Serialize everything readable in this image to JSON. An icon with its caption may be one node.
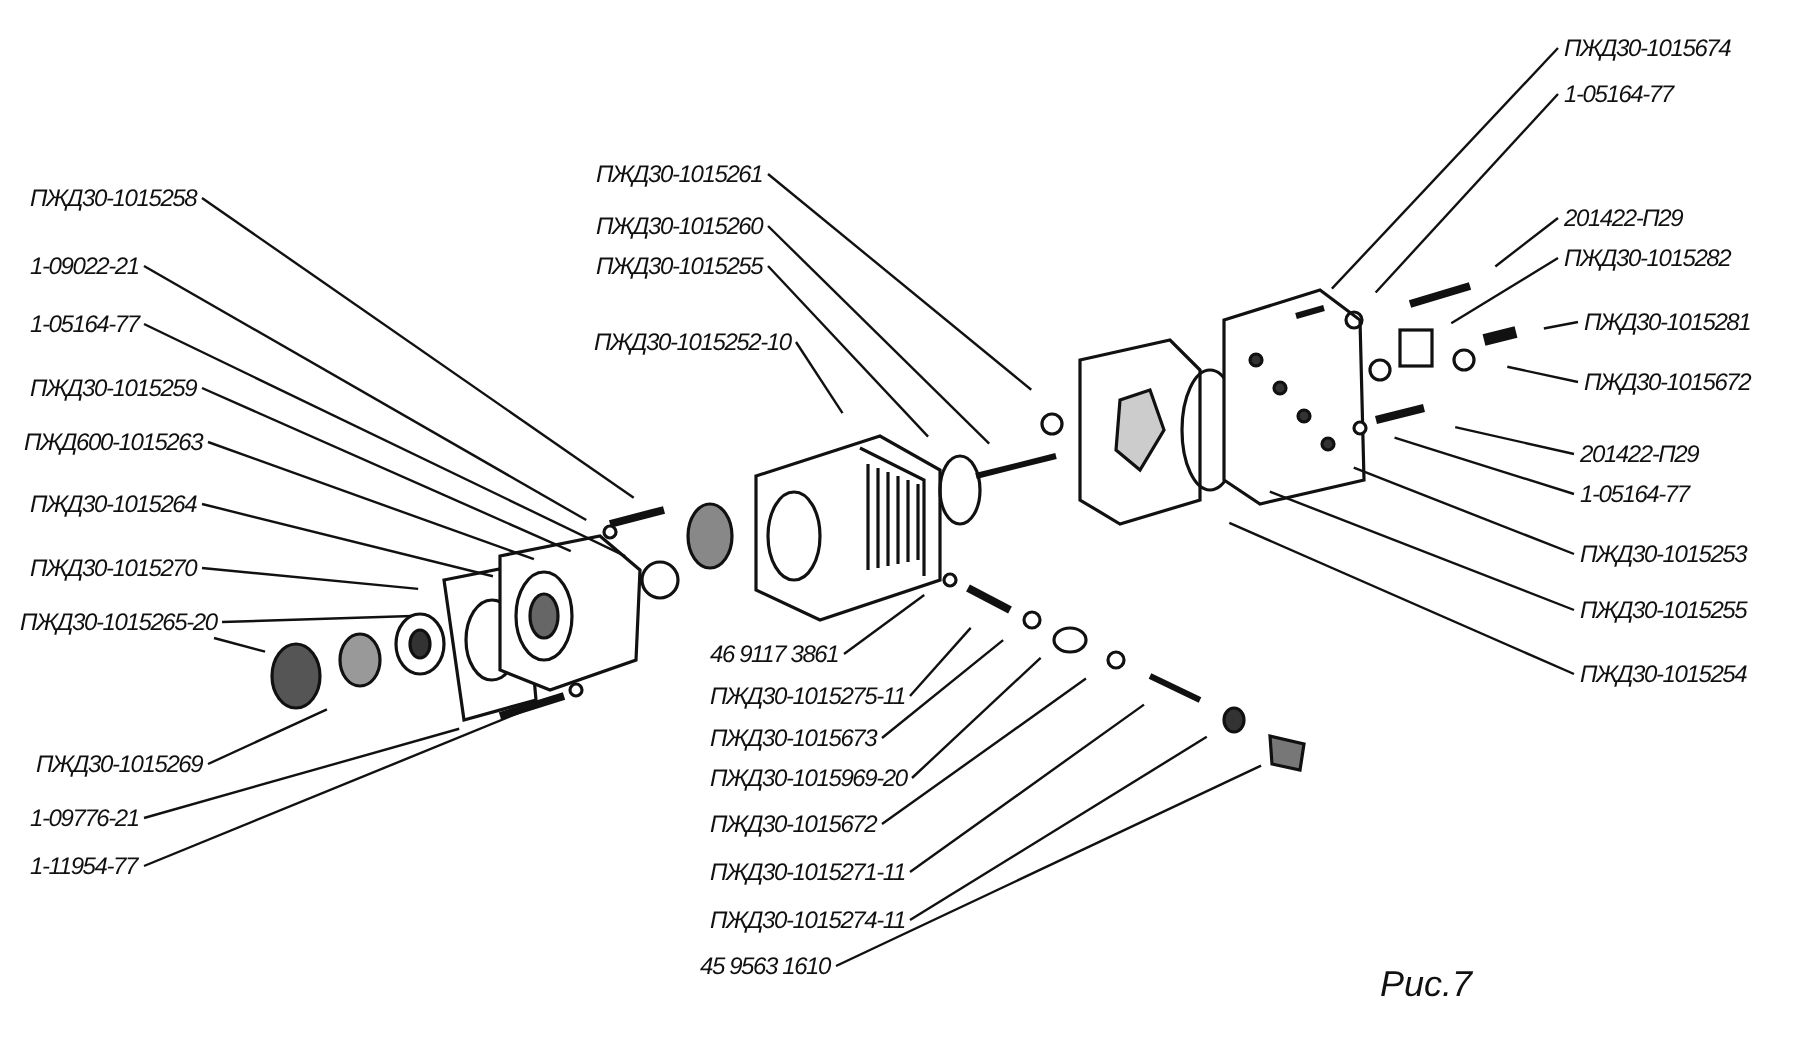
{
  "diagram": {
    "caption": "Рис.7",
    "nodes": [
      {
        "text": [
          "ПЖД30-1015258"
        ]
      },
      {
        "text": [
          "1-09022-21"
        ]
      },
      {
        "text": [
          "1-05164-77"
        ]
      },
      {
        "text": [
          "ПЖД30-1015259"
        ]
      },
      {
        "text": [
          "ПЖД600-1015263"
        ]
      },
      {
        "text": [
          "ПЖД30-1015264"
        ]
      },
      {
        "text": [
          "ПЖД30-1015270"
        ]
      },
      {
        "text": [
          "ПЖД30-1015265-20"
        ]
      },
      {
        "text": [
          "ПЖД30-1015269"
        ]
      },
      {
        "text": [
          "1-09776-21"
        ]
      },
      {
        "text": [
          "1-11954-77"
        ]
      },
      {
        "text": [
          "ПЖД30-1015261"
        ]
      },
      {
        "text": [
          "ПЖД30-1015260"
        ]
      },
      {
        "text": [
          "ПЖД30-1015255"
        ]
      },
      {
        "text": [
          "ПЖД30-1015252-10"
        ]
      },
      {
        "text": [
          "46 9117 3861"
        ]
      },
      {
        "text": [
          "ПЖД30-1015275-11"
        ]
      },
      {
        "text": [
          "ПЖД30-1015673"
        ]
      },
      {
        "text": [
          "ПЖД30-1015969-20"
        ]
      },
      {
        "text": [
          "ПЖД30-1015672"
        ]
      },
      {
        "text": [
          "ПЖД30-1015271-11"
        ]
      },
      {
        "text": [
          "ПЖД30-1015274-11"
        ]
      },
      {
        "text": [
          "45 9563 1610"
        ]
      },
      {
        "text": [
          "ПЖД30-1015674"
        ]
      },
      {
        "text": [
          "1-05164-77"
        ]
      },
      {
        "text": [
          "201422-П29"
        ]
      },
      {
        "text": [
          "ПЖД30-1015282"
        ]
      },
      {
        "text": [
          "ПЖД30-1015281"
        ]
      },
      {
        "text": [
          "ПЖД30-1015672"
        ]
      },
      {
        "text": [
          "201422-П29"
        ]
      },
      {
        "text": [
          "1-05164-77"
        ]
      },
      {
        "text": [
          "ПЖД30-1015253"
        ]
      },
      {
        "text": [
          "ПЖД30-1015255"
        ]
      },
      {
        "text": [
          "ПЖД30-1015254"
        ]
      }
    ],
    "edges": [
      {
        "from": 0,
        "to": null,
        "arrow": "none"
      },
      {
        "from": 1,
        "to": null,
        "arrow": "none"
      },
      {
        "from": 2,
        "to": null,
        "arrow": "none"
      },
      {
        "from": 3,
        "to": null,
        "arrow": "none"
      },
      {
        "from": 4,
        "to": null,
        "arrow": "none"
      },
      {
        "from": 5,
        "to": null,
        "arrow": "none"
      },
      {
        "from": 6,
        "to": null,
        "arrow": "none"
      },
      {
        "from": 7,
        "to": null,
        "arrow": "none"
      },
      {
        "from": 7,
        "to": null,
        "arrow": "none"
      },
      {
        "from": 8,
        "to": null,
        "arrow": "none"
      },
      {
        "from": 9,
        "to": null,
        "arrow": "none"
      },
      {
        "from": 10,
        "to": null,
        "arrow": "none"
      },
      {
        "from": 11,
        "to": null,
        "arrow": "none"
      },
      {
        "from": 12,
        "to": null,
        "arrow": "none"
      },
      {
        "from": 13,
        "to": null,
        "arrow": "none"
      },
      {
        "from": 14,
        "to": null,
        "arrow": "none"
      },
      {
        "from": 15,
        "to": null,
        "arrow": "none"
      },
      {
        "from": 16,
        "to": null,
        "arrow": "none"
      },
      {
        "from": 17,
        "to": null,
        "arrow": "none"
      },
      {
        "from": 18,
        "to": null,
        "arrow": "none"
      },
      {
        "from": 19,
        "to": null,
        "arrow": "none"
      },
      {
        "from": 20,
        "to": null,
        "arrow": "none"
      },
      {
        "from": 21,
        "to": null,
        "arrow": "none"
      },
      {
        "from": 22,
        "to": null,
        "arrow": "none"
      },
      {
        "from": 23,
        "to": null,
        "arrow": "none"
      },
      {
        "from": 24,
        "to": null,
        "arrow": "none"
      },
      {
        "from": 25,
        "to": null,
        "arrow": "none"
      },
      {
        "from": 26,
        "to": null,
        "arrow": "none"
      },
      {
        "from": 27,
        "to": null,
        "arrow": "none"
      },
      {
        "from": 28,
        "to": null,
        "arrow": "none"
      },
      {
        "from": 29,
        "to": null,
        "arrow": "none"
      },
      {
        "from": 30,
        "to": null,
        "arrow": "none"
      },
      {
        "from": 31,
        "to": null,
        "arrow": "none"
      },
      {
        "from": 32,
        "to": null,
        "arrow": "none"
      },
      {
        "from": 33,
        "to": null,
        "arrow": "none"
      }
    ]
  }
}
